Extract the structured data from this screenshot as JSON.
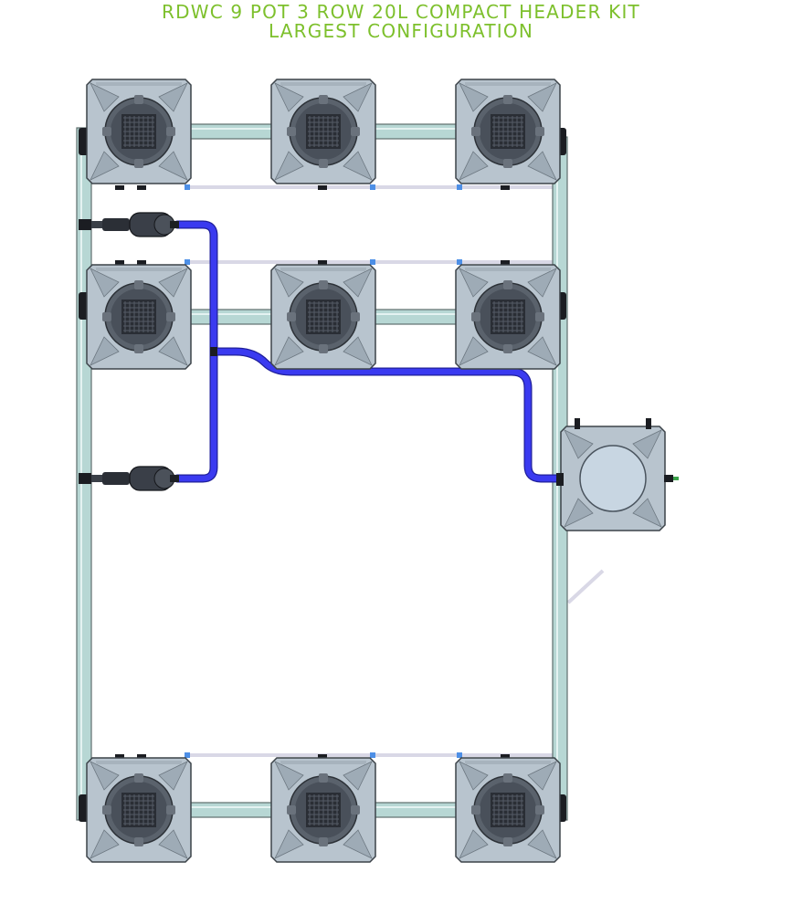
{
  "header": {
    "title_line1": "RDWC 9 POT 3 ROW 20L COMPACT HEADER KIT",
    "title_line2": "LARGEST CONFIGURATION",
    "title_color": "#7dc02c"
  },
  "colors": {
    "pipe_fill": "#b7d7d4",
    "pipe_edge": "#5f6e6d",
    "tube_blue": "#3a3af0",
    "drain_line": "#d9d8e6",
    "pot_body": "#b8c4ce",
    "pot_dark": "#49505a",
    "controller_lid": "#c8d6e2",
    "fitting_dark": "#1b1d22",
    "accent_blue": "#4d8fe6",
    "accent_green": "#3aa34a"
  },
  "diagram": {
    "pots": [
      {
        "id": "pot-1",
        "row": 1,
        "col": 1
      },
      {
        "id": "pot-2",
        "row": 1,
        "col": 2
      },
      {
        "id": "pot-3",
        "row": 1,
        "col": 3
      },
      {
        "id": "pot-4",
        "row": 2,
        "col": 1
      },
      {
        "id": "pot-5",
        "row": 2,
        "col": 2
      },
      {
        "id": "pot-6",
        "row": 2,
        "col": 3
      },
      {
        "id": "pot-7",
        "row": 3,
        "col": 1
      },
      {
        "id": "pot-8",
        "row": 3,
        "col": 2
      },
      {
        "id": "pot-9",
        "row": 3,
        "col": 3
      }
    ],
    "pumps": [
      {
        "id": "pump-upper"
      },
      {
        "id": "pump-lower"
      }
    ],
    "controller": {
      "id": "control-bucket"
    }
  }
}
